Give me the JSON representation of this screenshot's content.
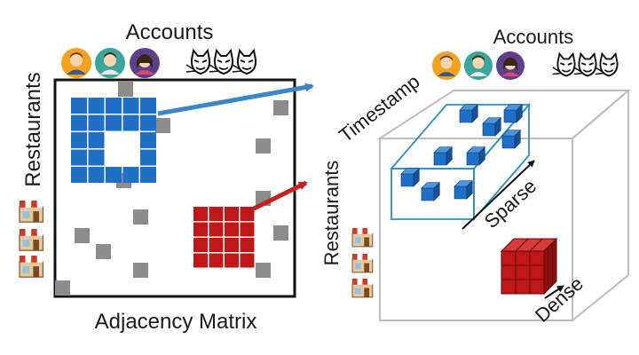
{
  "colors": {
    "sparse_blue": "#1f6fc6",
    "sparse_edge": "#2b8fc7",
    "dense_red": "#c01818",
    "noise_gray": "#8c8c8c",
    "arrow_blue": "#3b86c6",
    "arrow_red": "#c42222",
    "frame": "#111111",
    "cube_outline": "#bdbdbd"
  },
  "icons": {
    "account_avatars": [
      "avatar-orange",
      "avatar-teal",
      "avatar-purple"
    ],
    "fraud_accounts": [
      "hacker-icon",
      "hacker-icon",
      "hacker-icon"
    ],
    "restaurants": [
      "storefront-icon",
      "storefront-icon",
      "storefront-icon"
    ]
  },
  "left": {
    "accounts_label": "Accounts",
    "restaurants_label": "Restaurants",
    "caption": "Adjacency Matrix"
  },
  "right": {
    "accounts_label": "Accounts",
    "timestamp_label": "Timestamp",
    "restaurants_label": "Restaurants",
    "sparse_label": "Sparse",
    "dense_label": "Dense"
  }
}
